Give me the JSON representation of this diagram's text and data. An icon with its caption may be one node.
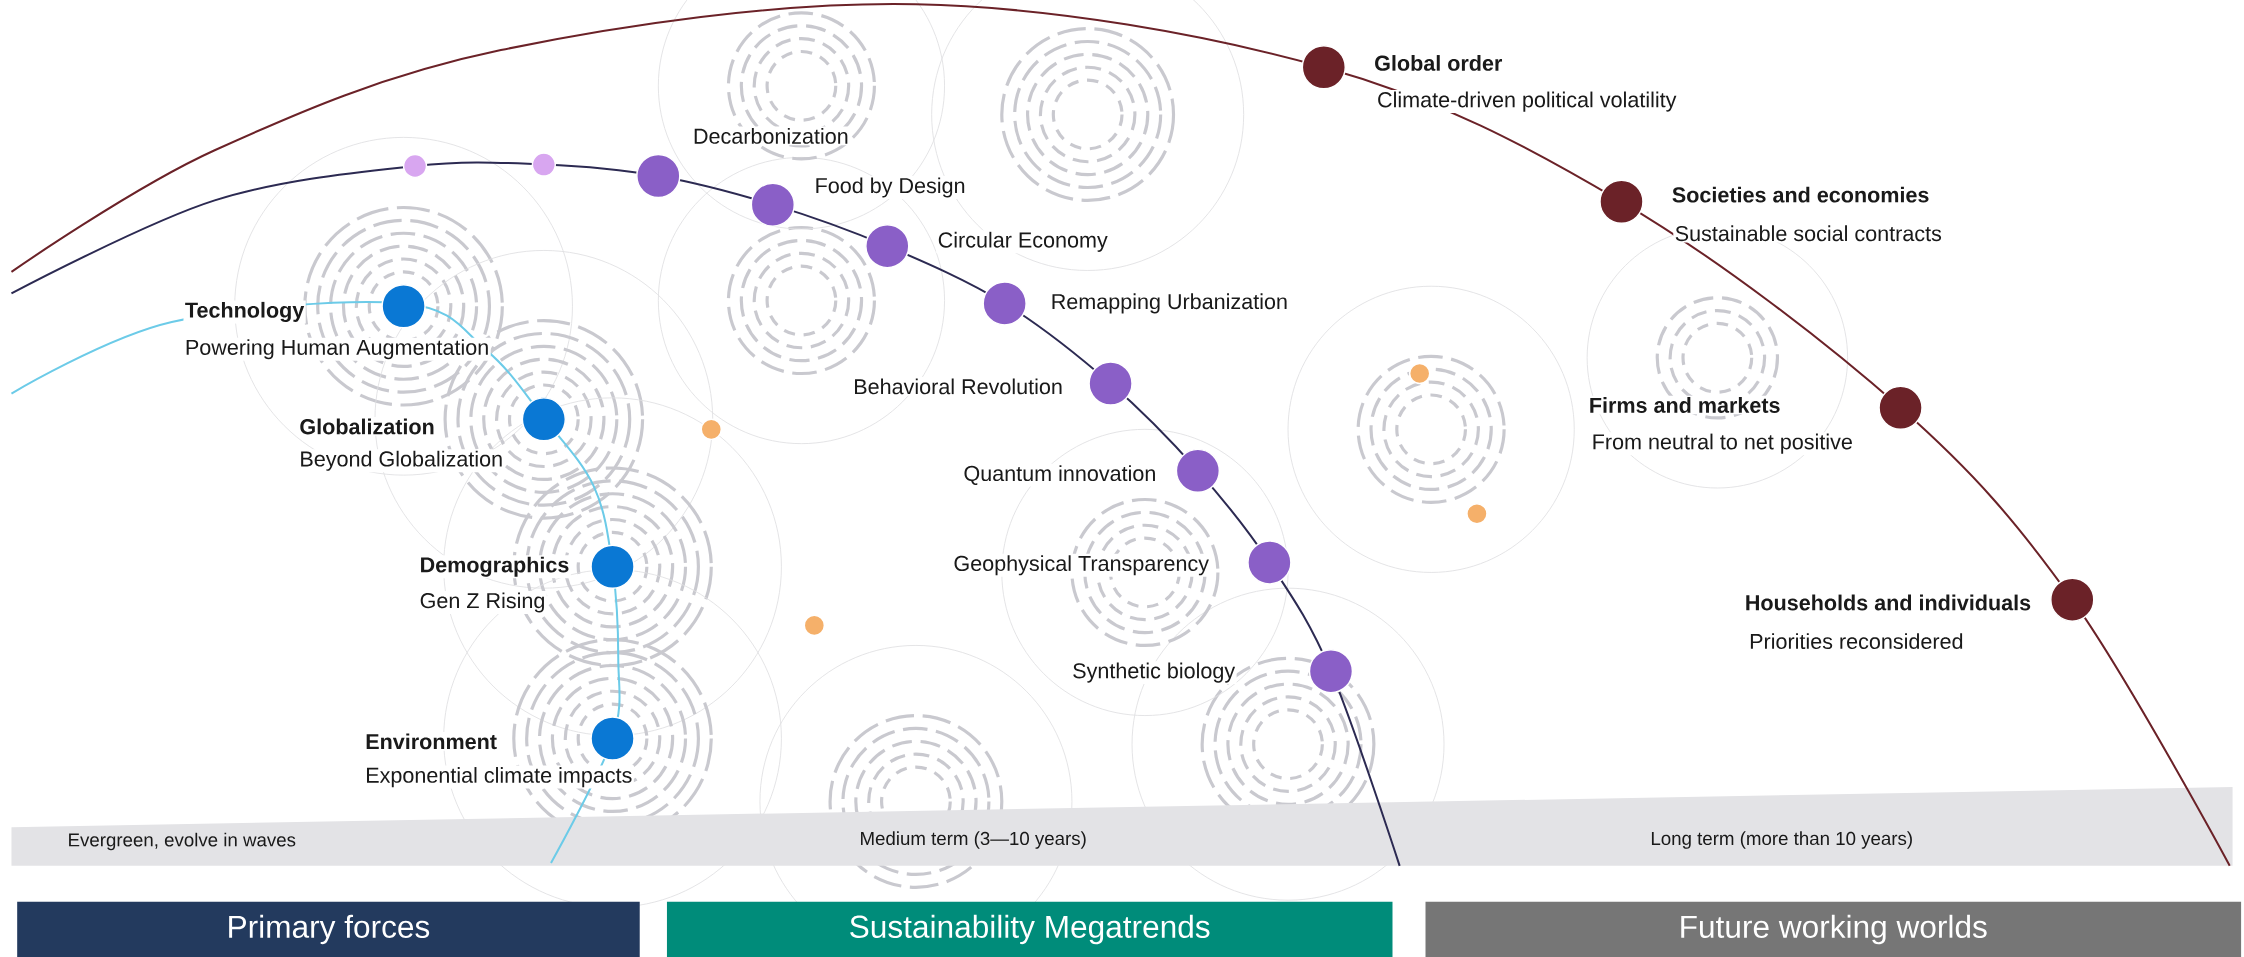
{
  "diagram": {
    "nodes": [
      {
        "text": [
          "Technology",
          "Powering Human Augmentation"
        ]
      },
      {
        "text": [
          "Globalization",
          "Beyond Globalization"
        ]
      },
      {
        "text": [
          "Demographics",
          "Gen Z Rising"
        ]
      },
      {
        "text": [
          "Environment",
          "Exponential climate impacts"
        ]
      },
      {
        "text": [],
        "shape": "circle"
      },
      {
        "text": [],
        "shape": "circle"
      },
      {
        "text": [
          "Decarbonization"
        ]
      },
      {
        "text": [
          "Food by Design"
        ]
      },
      {
        "text": [
          "Circular Economy"
        ]
      },
      {
        "text": [
          "Remapping Urbanization"
        ]
      },
      {
        "text": [
          "Behavioral Revolution"
        ]
      },
      {
        "text": [
          "Quantum innovation"
        ]
      },
      {
        "text": [
          "Geophysical Transparency"
        ]
      },
      {
        "text": [
          "Synthetic biology"
        ]
      },
      {
        "text": [],
        "shape": "circle"
      },
      {
        "text": [],
        "shape": "circle"
      },
      {
        "text": [],
        "shape": "circle"
      },
      {
        "text": [],
        "shape": "circle"
      },
      {
        "text": [
          "Global order",
          "Climate-driven political volatility"
        ]
      },
      {
        "text": [
          "Societies and economies",
          "Sustainable social contracts"
        ]
      },
      {
        "text": [
          "Firms and markets",
          "From neutral to net positive"
        ]
      },
      {
        "text": [
          "Households and individuals",
          "Priorities reconsidered"
        ]
      },
      {
        "text": [
          "Evergreen, evolve in waves",
          "Medium term (3—10 years)",
          "Long term (more than 10 years)"
        ]
      },
      {
        "text": [
          "Primary forces"
        ]
      },
      {
        "text": [
          "Sustainability Megatrends"
        ]
      },
      {
        "text": [
          "Future working worlds"
        ]
      }
    ]
  }
}
